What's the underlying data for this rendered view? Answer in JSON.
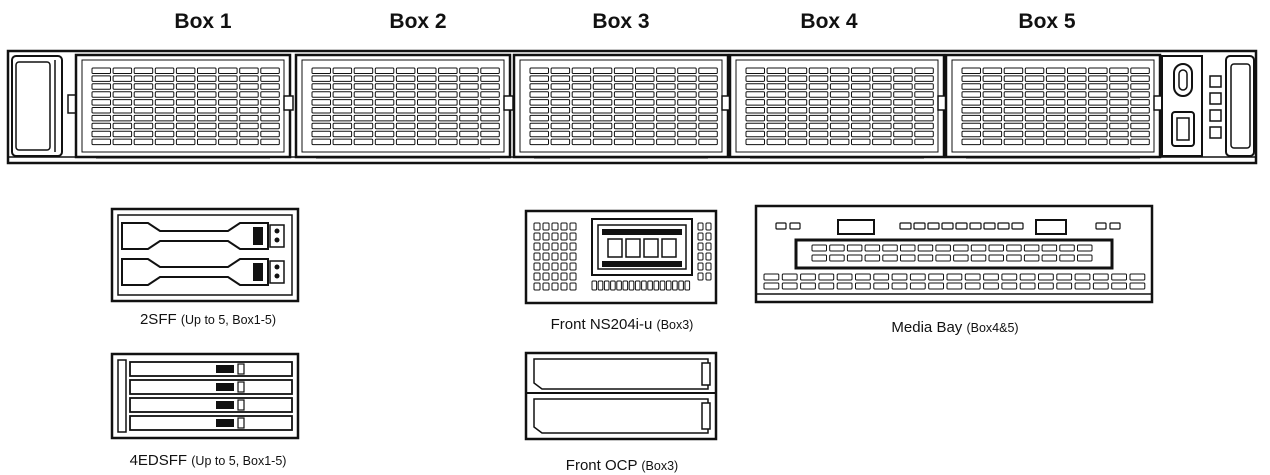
{
  "chassis": {
    "bays": [
      {
        "label": "Box 1"
      },
      {
        "label": "Box 2"
      },
      {
        "label": "Box 3"
      },
      {
        "label": "Box 4"
      },
      {
        "label": "Box 5"
      }
    ]
  },
  "options": {
    "sff2": {
      "name": "2SFF",
      "note": "(Up to 5, Box1-5)"
    },
    "edsff4": {
      "name": "4EDSFF",
      "note": "(Up to 5, Box1-5)"
    },
    "ns204": {
      "name": "Front NS204i-u",
      "note": "(Box3)"
    },
    "ocp": {
      "name": "Front OCP",
      "note": "(Box3)"
    },
    "media": {
      "name": "Media Bay",
      "note": "(Box4&5)"
    }
  }
}
